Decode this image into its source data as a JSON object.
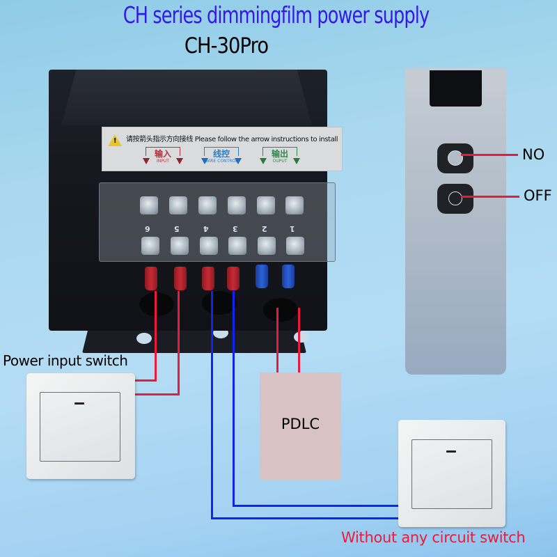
{
  "header": {
    "title": "CH series dimmingfilm power supply",
    "model": "CH-30Pro"
  },
  "colors": {
    "title": "#3418e8",
    "wire_red": "#ec1a3a",
    "wire_blue": "#1024f0",
    "pdlc_box": "#d8c2c4",
    "label_input": "#b8303a",
    "label_control": "#2b7fc4",
    "label_output": "#2f8a4e"
  },
  "power_supply": {
    "warning_label": {
      "icon": "warning-triangle-icon",
      "text": "请按箭头指示方向接线 Please follow the arrow instructions to install",
      "groups": [
        {
          "cn": "输入",
          "en": "INPUT"
        },
        {
          "cn": "线控",
          "en": "WIRE CONTROL"
        },
        {
          "cn": "输出",
          "en": "OUPUT"
        }
      ]
    },
    "terminals": [
      "6",
      "5",
      "4",
      "3",
      "2",
      "1"
    ]
  },
  "remote": {
    "buttons": [
      {
        "id": "no",
        "label": "NO"
      },
      {
        "id": "off",
        "label": "OFF"
      }
    ]
  },
  "labels": {
    "power_input_switch": "Power input switch",
    "pdlc": "PDLC",
    "without_switch": "Without any circuit switch"
  }
}
